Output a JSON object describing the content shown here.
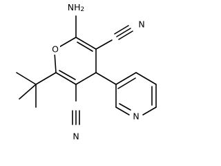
{
  "molecule": {
    "atoms": {
      "ring_oxygen": "O",
      "amine_n": "N",
      "amine_h": "H",
      "amine_h_count": "2",
      "nitrile_upper_c": "C",
      "nitrile_upper_n": "N",
      "nitrile_lower_c": "C",
      "nitrile_lower_n": "N",
      "pyridine_n": "N"
    }
  }
}
